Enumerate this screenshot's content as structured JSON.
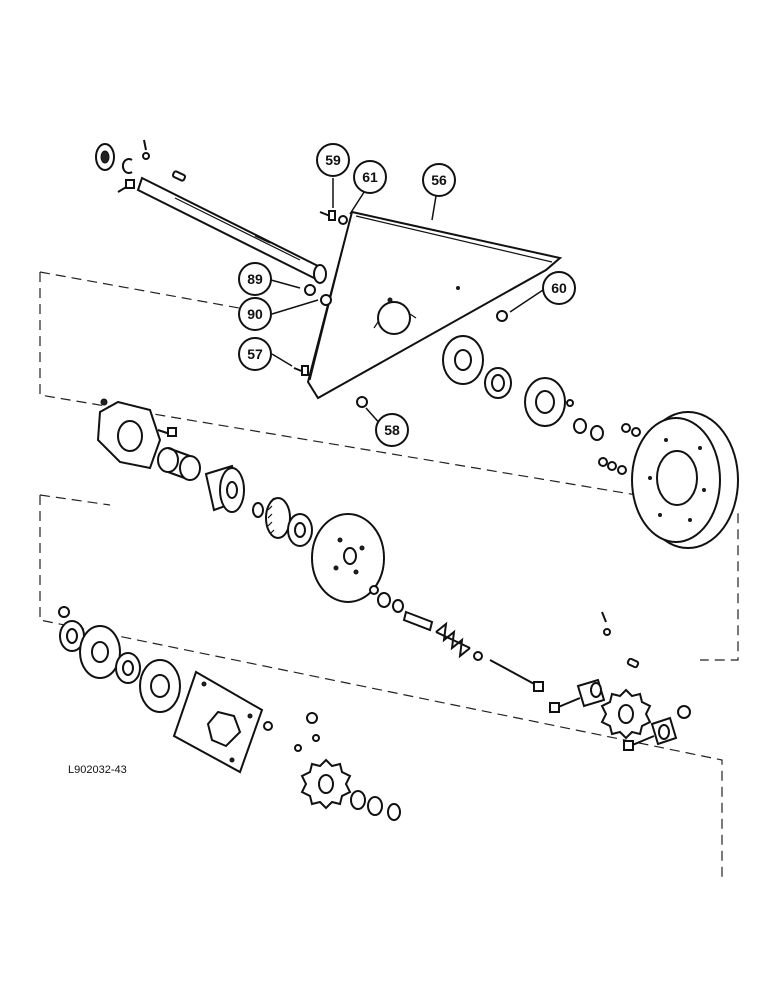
{
  "figure_id": "L902032-43",
  "callouts": [
    {
      "id": "c59",
      "label": "59"
    },
    {
      "id": "c61",
      "label": "61"
    },
    {
      "id": "c56",
      "label": "56"
    },
    {
      "id": "c89",
      "label": "89"
    },
    {
      "id": "c90",
      "label": "90"
    },
    {
      "id": "c60",
      "label": "60"
    },
    {
      "id": "c57",
      "label": "57"
    },
    {
      "id": "c58",
      "label": "58"
    }
  ]
}
